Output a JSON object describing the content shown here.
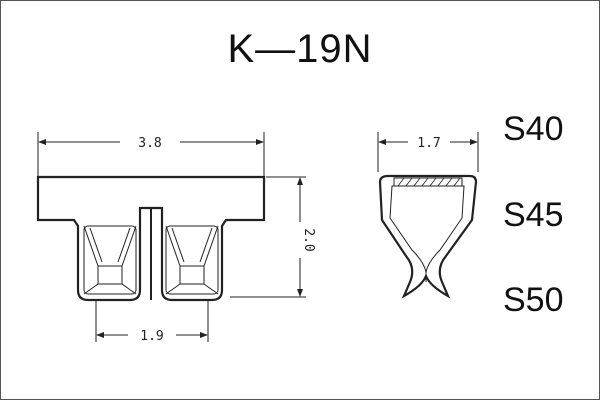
{
  "title": "K—19N",
  "front_view": {
    "width_dimension": "3.8",
    "height_dimension": "2.0",
    "pitch_dimension": "1.9"
  },
  "side_view": {
    "width_dimension": "1.7"
  },
  "sizes": [
    "S40",
    "S45",
    "S50"
  ]
}
